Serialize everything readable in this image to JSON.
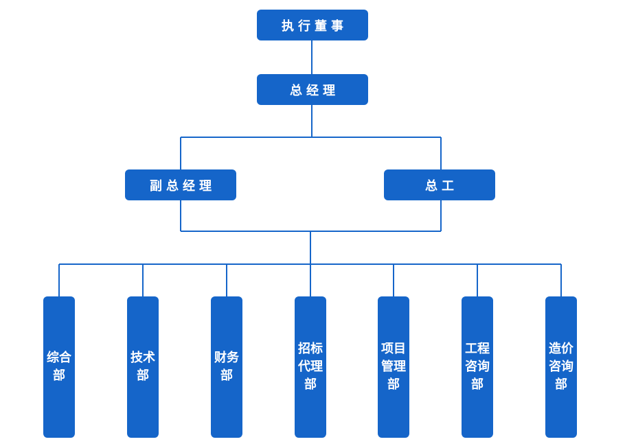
{
  "top": {
    "label": "执行董事"
  },
  "gm": {
    "label": "总经理"
  },
  "deputies": [
    {
      "label": "副总经理"
    },
    {
      "label": "总工"
    }
  ],
  "departments": [
    {
      "label": "综合部"
    },
    {
      "label": "技术部"
    },
    {
      "label": "财务部"
    },
    {
      "label": "招标代理部"
    },
    {
      "label": "项目管理部"
    },
    {
      "label": "工程咨询部"
    },
    {
      "label": "造价咨询部"
    }
  ],
  "colors": {
    "box": "#1565c9",
    "line": "#1565c9",
    "text": "#ffffff"
  }
}
